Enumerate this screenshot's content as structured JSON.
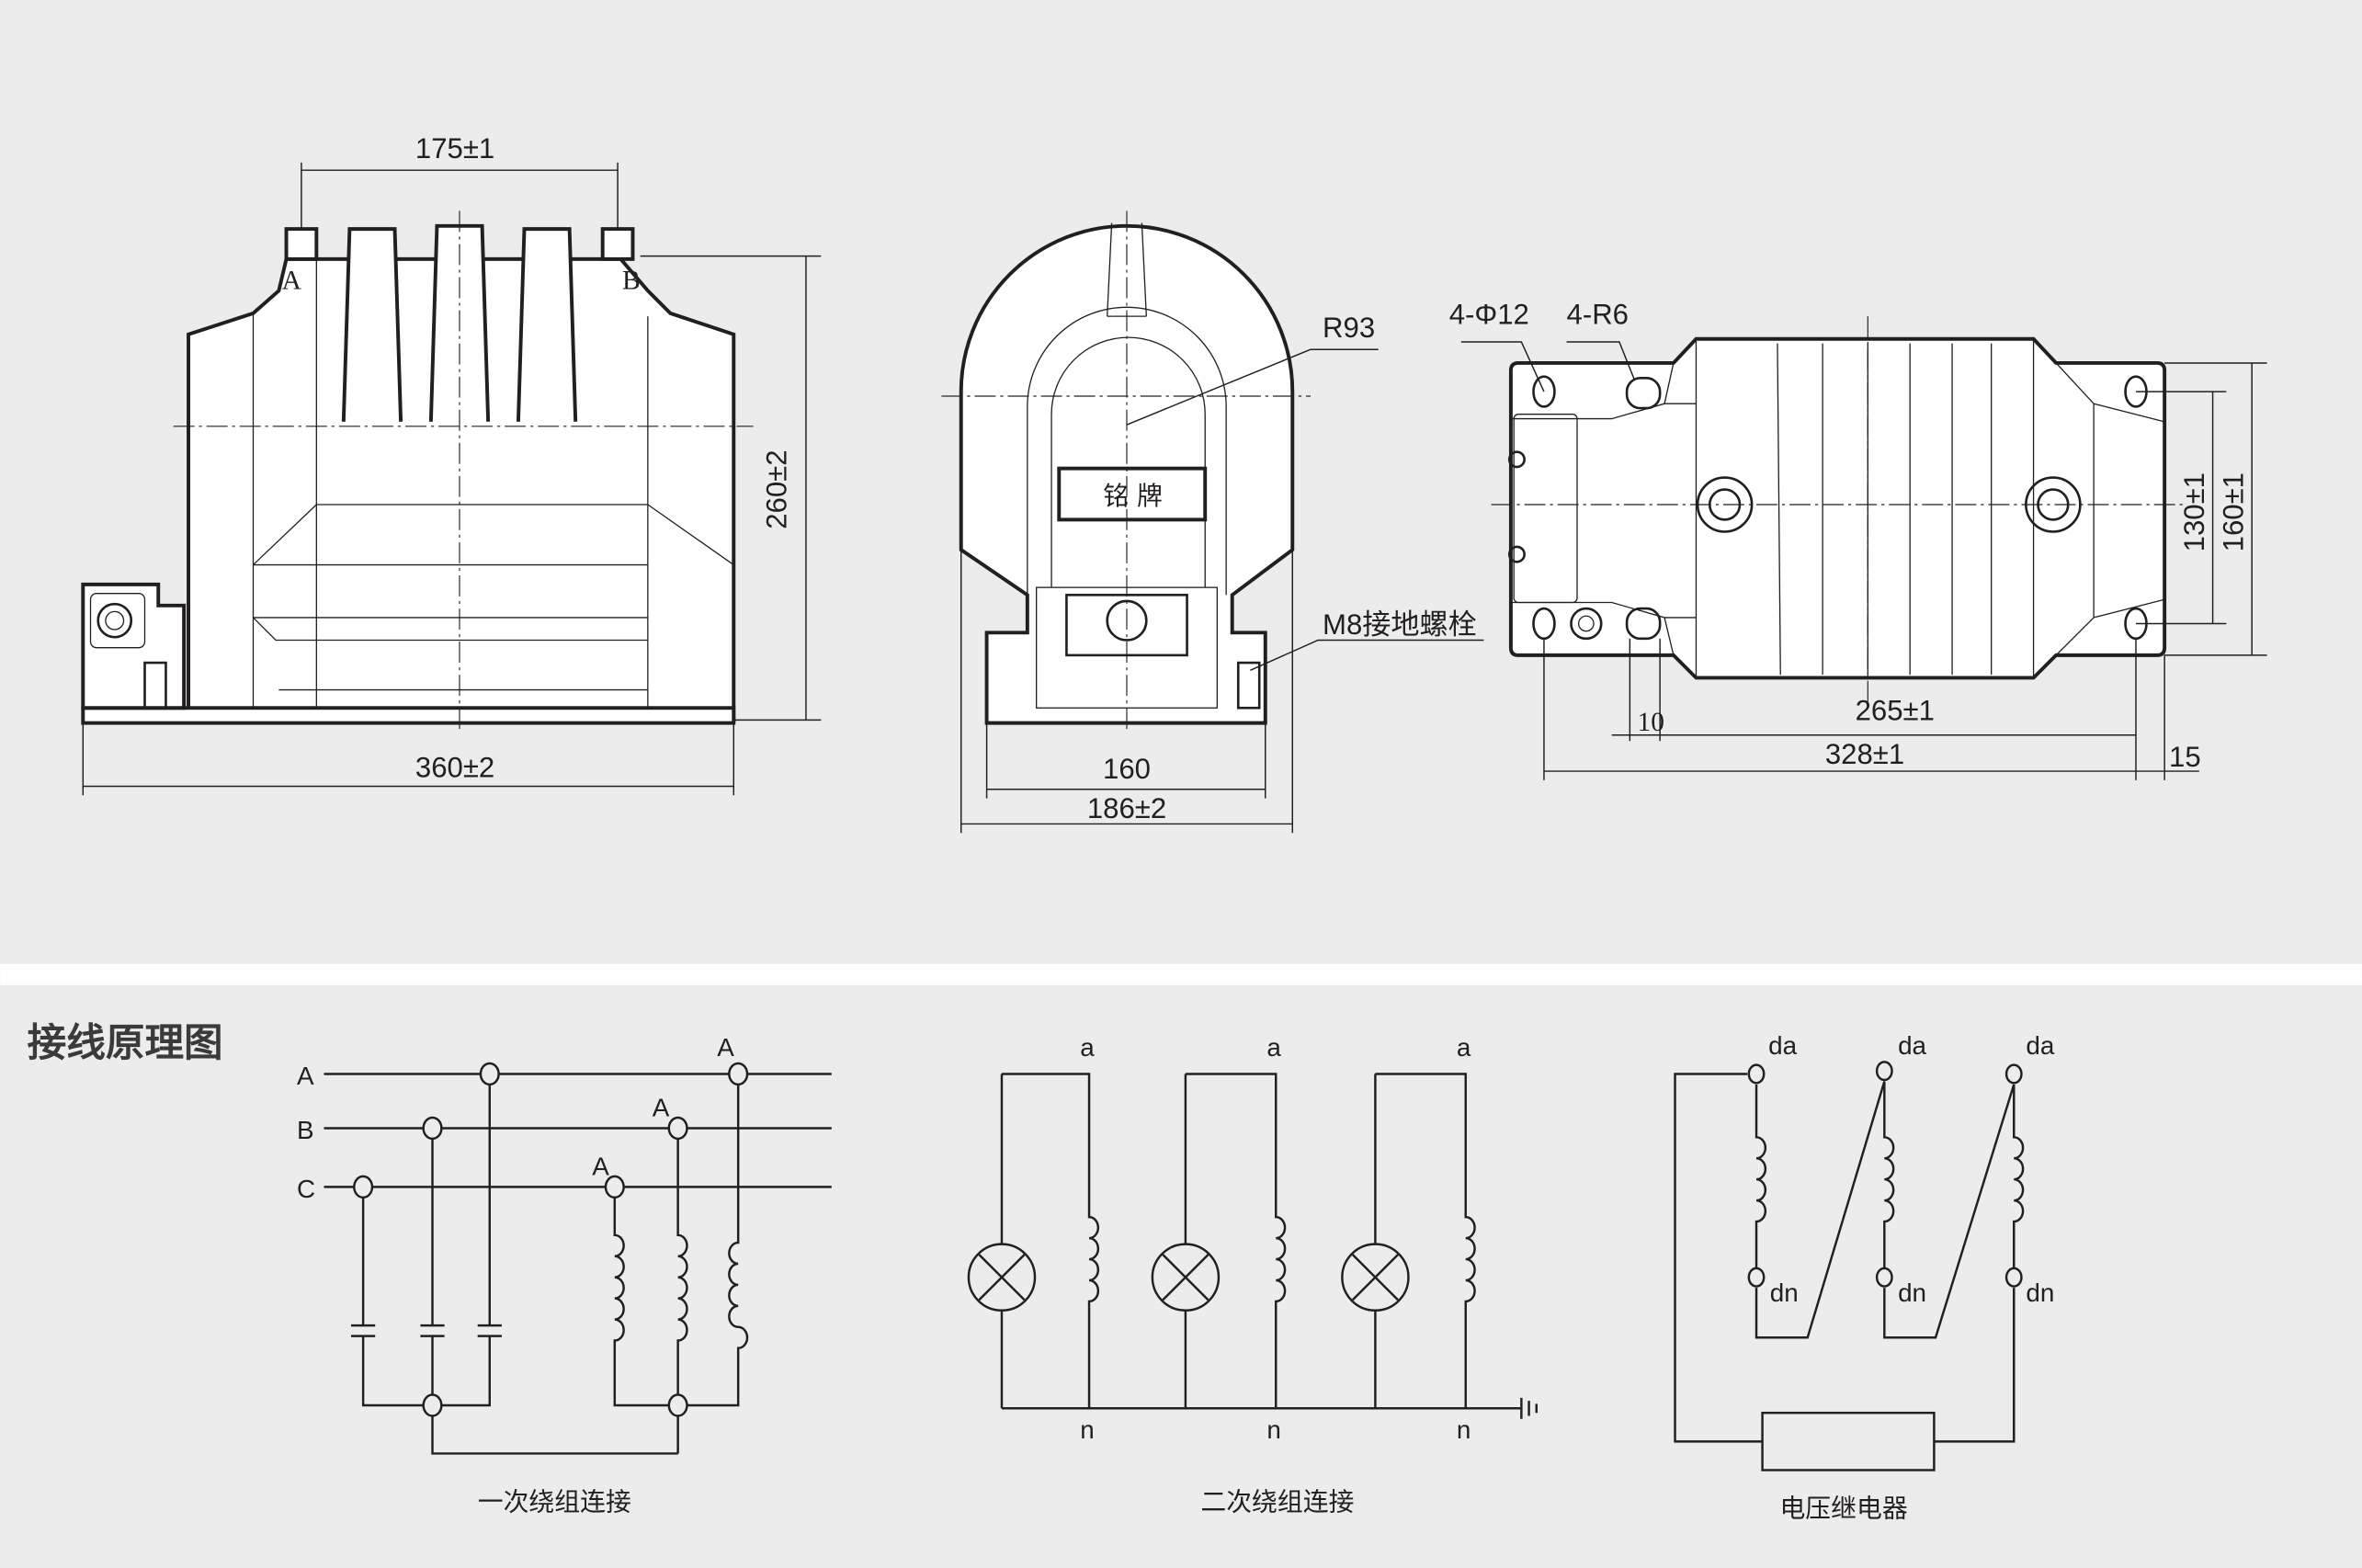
{
  "drawings": {
    "front_view": {
      "terminal_spacing": "175±1",
      "height": "260±2",
      "width": "360±2",
      "terminal_a": "A",
      "terminal_b": "B"
    },
    "side_view": {
      "radius": "R93",
      "nameplate": "铭 牌",
      "ground_bolt": "M8接地螺栓",
      "inner_width": "160",
      "outer_width": "186±2"
    },
    "top_view": {
      "holes": "4-Φ12",
      "slots": "4-R6",
      "hole_spacing": "265±1",
      "base_length": "328±1",
      "slot_width": "10",
      "edge_offset": "15",
      "hole_pitch": "130±1",
      "base_width": "160±1"
    }
  },
  "wiring": {
    "title": "接线原理图",
    "primary": {
      "phase_lines": [
        "A",
        "B",
        "C"
      ],
      "terminals": [
        "A",
        "A",
        "A"
      ],
      "caption": "一次绕组连接"
    },
    "secondary": {
      "top_labels": [
        "a",
        "a",
        "a"
      ],
      "bottom_labels": [
        "n",
        "n",
        "n"
      ],
      "caption": "二次绕组连接"
    },
    "relay": {
      "top_labels": [
        "da",
        "da",
        "da"
      ],
      "bottom_labels": [
        "dn",
        "dn",
        "dn"
      ],
      "caption": "电压继电器"
    }
  }
}
